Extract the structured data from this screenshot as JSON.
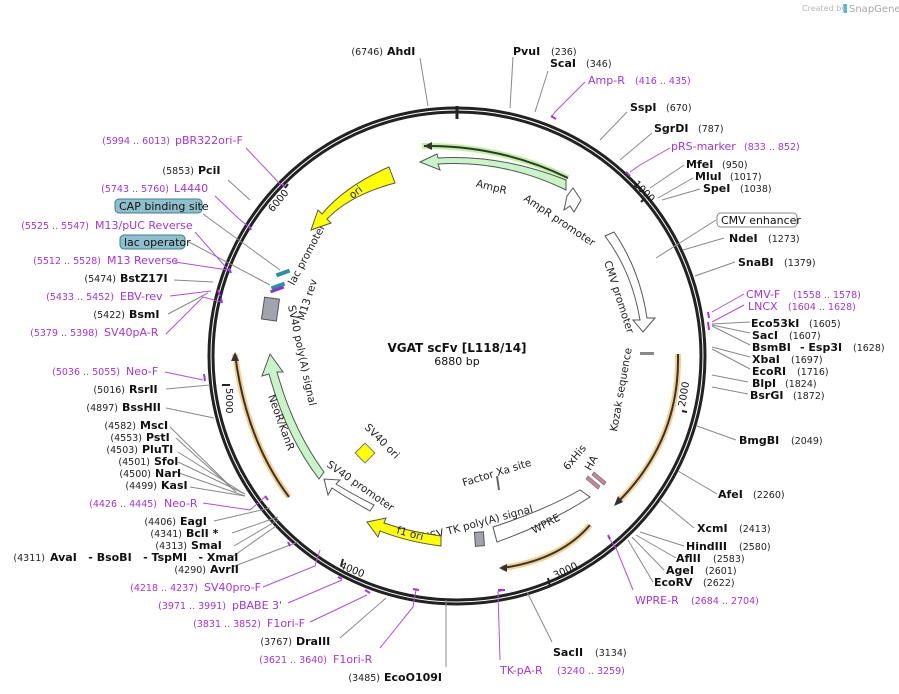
{
  "credit": {
    "prefix": "Created by",
    "brand": "SnapGene"
  },
  "plasmid": {
    "name": "VGAT scFv [L118/14]",
    "length": "6880 bp"
  },
  "ticks": [
    "1000",
    "2000",
    "3000",
    "4000",
    "5000",
    "6000"
  ],
  "colors": {
    "primer": "#a334e0",
    "backbone": "#222222",
    "ampr": "#c8f5c8",
    "ori": "#ffff00",
    "orf_glow": "#f7cf8d",
    "blue_feature": "#8fbfcc"
  },
  "features": {
    "ampr": "AmpR",
    "ampr_promoter": "AmpR promoter",
    "cmv_promoter": "CMV promoter",
    "kozak": "Kozak sequence",
    "ori": "ori",
    "lac_promoter": "lac promoter",
    "m13_rev": "M13 rev",
    "sv40_polya": "SV40 poly(A) signal",
    "neor": "NeoR/KanR",
    "sv40_ori": "SV40 ori",
    "sv40_promoter": "SV40 promoter",
    "f1_ori": "f1 ori",
    "hsv_tk": "HSV TK poly(A) signal",
    "wpre": "WPRE",
    "factor_xa": "Factor Xa site",
    "his6": "6xHis",
    "ha": "HA"
  },
  "boxed_labels": {
    "cmv_enhancer": "CMV enhancer",
    "cap": "CAP binding site",
    "lac_operator": "lac operator"
  },
  "enzymes_right": [
    {
      "name": "PvuI",
      "pos": "(236)"
    },
    {
      "name": "ScaI",
      "pos": "(346)"
    },
    {
      "name": "SspI",
      "pos": "(670)"
    },
    {
      "name": "SgrDI",
      "pos": "(787)"
    },
    {
      "name": "MfeI",
      "pos": "(950)"
    },
    {
      "name": "MluI",
      "pos": "(1017)"
    },
    {
      "name": "SpeI",
      "pos": "(1038)"
    },
    {
      "name": "NdeI",
      "pos": "(1273)"
    },
    {
      "name": "SnaBI",
      "pos": "(1379)"
    },
    {
      "name": "Eco53kI",
      "pos": "(1605)"
    },
    {
      "name": "SacI",
      "pos": "(1607)"
    },
    {
      "name": "BsmBI",
      "name2": "- Esp3I",
      "pos": "(1628)"
    },
    {
      "name": "XbaI",
      "pos": "(1697)"
    },
    {
      "name": "EcoRI",
      "pos": "(1716)"
    },
    {
      "name": "BlpI",
      "pos": "(1824)"
    },
    {
      "name": "BsrGI",
      "pos": "(1872)"
    },
    {
      "name": "BmgBI",
      "pos": "(2049)"
    },
    {
      "name": "AfeI",
      "pos": "(2260)"
    },
    {
      "name": "XcmI",
      "pos": "(2413)"
    },
    {
      "name": "HindIII",
      "pos": "(2580)"
    },
    {
      "name": "AflII",
      "pos": "(2583)"
    },
    {
      "name": "AgeI",
      "pos": "(2601)"
    },
    {
      "name": "EcoRV",
      "pos": "(2622)"
    },
    {
      "name": "SacII",
      "pos": "(3134)"
    }
  ],
  "enzymes_left": [
    {
      "name": "AhdI",
      "pos": "(6746)"
    },
    {
      "name": "PciI",
      "pos": "(5853)"
    },
    {
      "name": "BstZ17I",
      "pos": "(5474)"
    },
    {
      "name": "BsmI",
      "pos": "(5422)"
    },
    {
      "name": "RsrII",
      "pos": "(5016)"
    },
    {
      "name": "BssHII",
      "pos": "(4897)"
    },
    {
      "name": "MscI",
      "pos": "(4582)"
    },
    {
      "name": "PstI",
      "pos": "(4553)"
    },
    {
      "name": "PluTI",
      "pos": "(4503)"
    },
    {
      "name": "SfoI",
      "pos": "(4501)"
    },
    {
      "name": "NarI",
      "pos": "(4500)"
    },
    {
      "name": "KasI",
      "pos": "(4499)"
    },
    {
      "name": "EagI",
      "pos": "(4406)"
    },
    {
      "name": "BclI *",
      "pos": "(4341)"
    },
    {
      "name": "SmaI",
      "pos": "(4313)"
    },
    {
      "name": "AvaI   - BsoBI   - TspMI   - XmaI",
      "pos": "(4311)"
    },
    {
      "name": "AvrII",
      "pos": "(4290)"
    },
    {
      "name": "DraIII",
      "pos": "(3767)"
    },
    {
      "name": "EcoO109I",
      "pos": "(3485)"
    }
  ],
  "primers_right": [
    {
      "name": "Amp-R",
      "pos": "(416 .. 435)"
    },
    {
      "name": "pRS-marker",
      "pos": "(833 .. 852)"
    },
    {
      "name": "CMV-F",
      "pos": "(1558 .. 1578)"
    },
    {
      "name": "LNCX",
      "pos": "(1604 .. 1628)"
    },
    {
      "name": "WPRE-R",
      "pos": "(2684 .. 2704)"
    },
    {
      "name": "TK-pA-R",
      "pos": "(3240 .. 3259)"
    }
  ],
  "primers_left": [
    {
      "name": "pBR322ori-F",
      "pos": "(5994 .. 6013)"
    },
    {
      "name": "L4440",
      "pos": "(5743 .. 5760)"
    },
    {
      "name": "M13/pUC Reverse",
      "pos": "(5525 .. 5547)"
    },
    {
      "name": "M13 Reverse",
      "pos": "(5512 .. 5528)"
    },
    {
      "name": "EBV-rev",
      "pos": "(5433 .. 5452)"
    },
    {
      "name": "SV40pA-R",
      "pos": "(5379 .. 5398)"
    },
    {
      "name": "Neo-F",
      "pos": "(5036 .. 5055)"
    },
    {
      "name": "Neo-R",
      "pos": "(4426 .. 4445)"
    },
    {
      "name": "SV40pro-F",
      "pos": "(4218 .. 4237)"
    },
    {
      "name": "pBABE 3'",
      "pos": "(3971 .. 3991)"
    },
    {
      "name": "F1ori-F",
      "pos": "(3831 .. 3852)"
    },
    {
      "name": "F1ori-R",
      "pos": "(3621 .. 3640)"
    }
  ]
}
